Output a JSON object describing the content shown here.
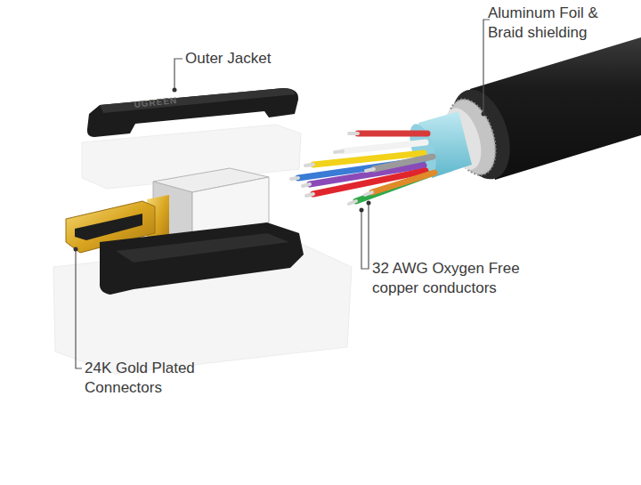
{
  "diagram": {
    "labels": [
      "Outer Jacket",
      "Aluminum Foil & Braid shielding",
      "UGREEN",
      "32 AWG Oxygen Free copper conductors",
      "24K Gold Plated Connectors"
    ]
  }
}
